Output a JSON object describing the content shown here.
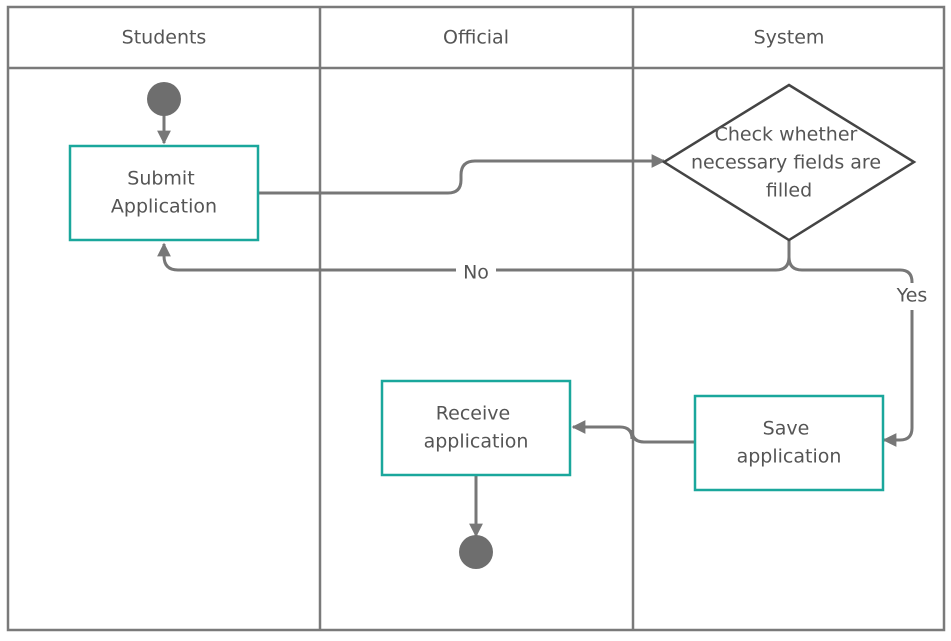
{
  "lanes": {
    "students": "Students",
    "official": "Official",
    "system": "System"
  },
  "nodes": {
    "submit_application": [
      "Submit",
      "Application"
    ],
    "check_fields": [
      "Check whether",
      "necessary fields are",
      "filled"
    ],
    "save_application": [
      "Save",
      "application"
    ],
    "receive_application": [
      "Receive",
      "application"
    ]
  },
  "edge_labels": {
    "no": "No",
    "yes": "Yes"
  },
  "colors": {
    "border": "#7a7a7a",
    "box_stroke": "#1aa79c",
    "diamond_stroke": "#444444",
    "arrow": "#777777",
    "node_fill": "#6e6e6e",
    "text": "#555555"
  }
}
